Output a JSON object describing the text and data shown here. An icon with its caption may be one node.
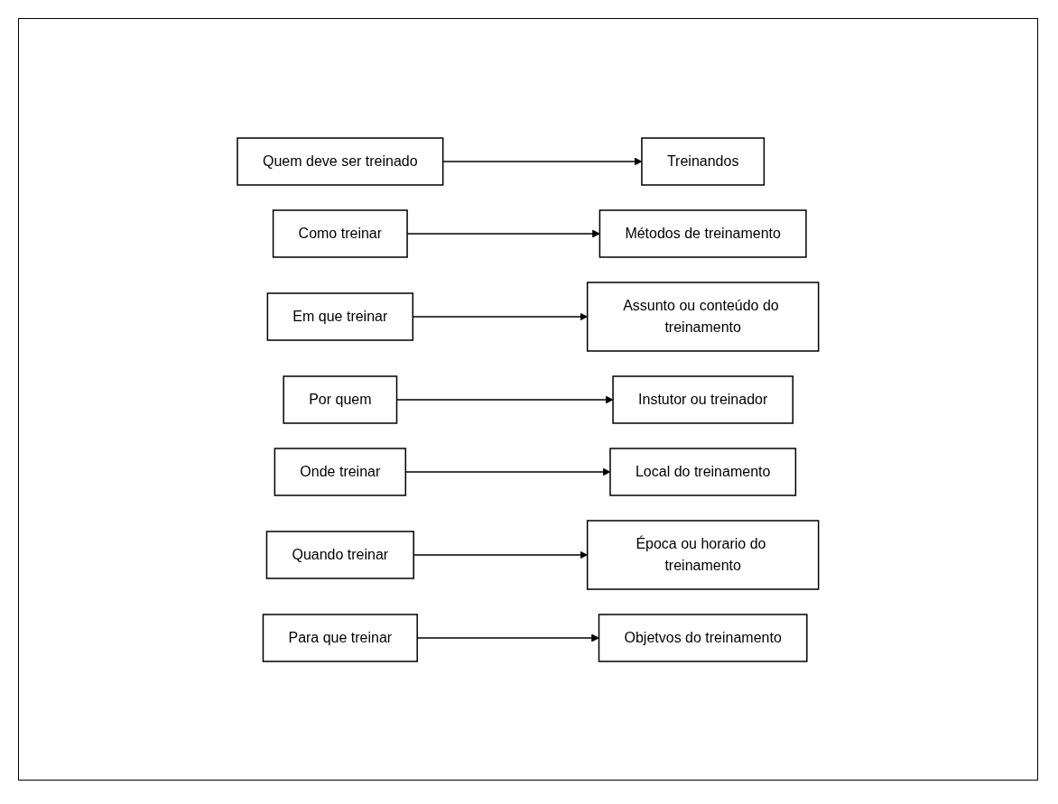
{
  "diagram": {
    "nodes": [
      {
        "text": [
          "Quem deve ser treinado"
        ]
      },
      {
        "text": [
          "Treinandos"
        ]
      },
      {
        "text": [
          "Como treinar"
        ]
      },
      {
        "text": [
          "Métodos de treinamento"
        ]
      },
      {
        "text": [
          "Em que treinar"
        ]
      },
      {
        "text": [
          "Assunto ou conteúdo do treinamento"
        ]
      },
      {
        "text": [
          "Por quem"
        ]
      },
      {
        "text": [
          "Instutor ou treinador"
        ]
      },
      {
        "text": [
          "Onde treinar"
        ]
      },
      {
        "text": [
          "Local do treinamento"
        ]
      },
      {
        "text": [
          "Quando treinar"
        ]
      },
      {
        "text": [
          "Época ou horario do treinamento"
        ]
      },
      {
        "text": [
          "Para que treinar"
        ]
      },
      {
        "text": [
          "Objetvos do treinamento"
        ]
      }
    ],
    "edges": [
      {
        "from": 0,
        "to": 1,
        "arrow": "to"
      },
      {
        "from": 2,
        "to": 3,
        "arrow": "to"
      },
      {
        "from": 4,
        "to": 5,
        "arrow": "to"
      },
      {
        "from": 6,
        "to": 7,
        "arrow": "to"
      },
      {
        "from": 8,
        "to": 9,
        "arrow": "to"
      },
      {
        "from": 10,
        "to": 11,
        "arrow": "to"
      },
      {
        "from": 12,
        "to": 13,
        "arrow": "to"
      }
    ]
  }
}
